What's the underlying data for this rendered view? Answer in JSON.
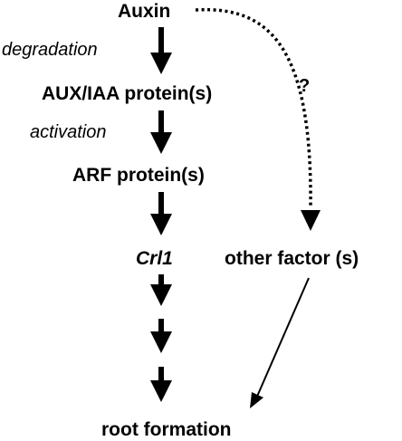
{
  "nodes": {
    "auxin": "Auxin",
    "aux_iaa": "AUX/IAA protein(s)",
    "arf": "ARF protein(s)",
    "crl1": "Crl1",
    "other_factor": "other factor (s)",
    "root_formation": "root formation"
  },
  "steps": {
    "degradation": "degradation",
    "activation": "activation"
  },
  "unknown_link": "?"
}
